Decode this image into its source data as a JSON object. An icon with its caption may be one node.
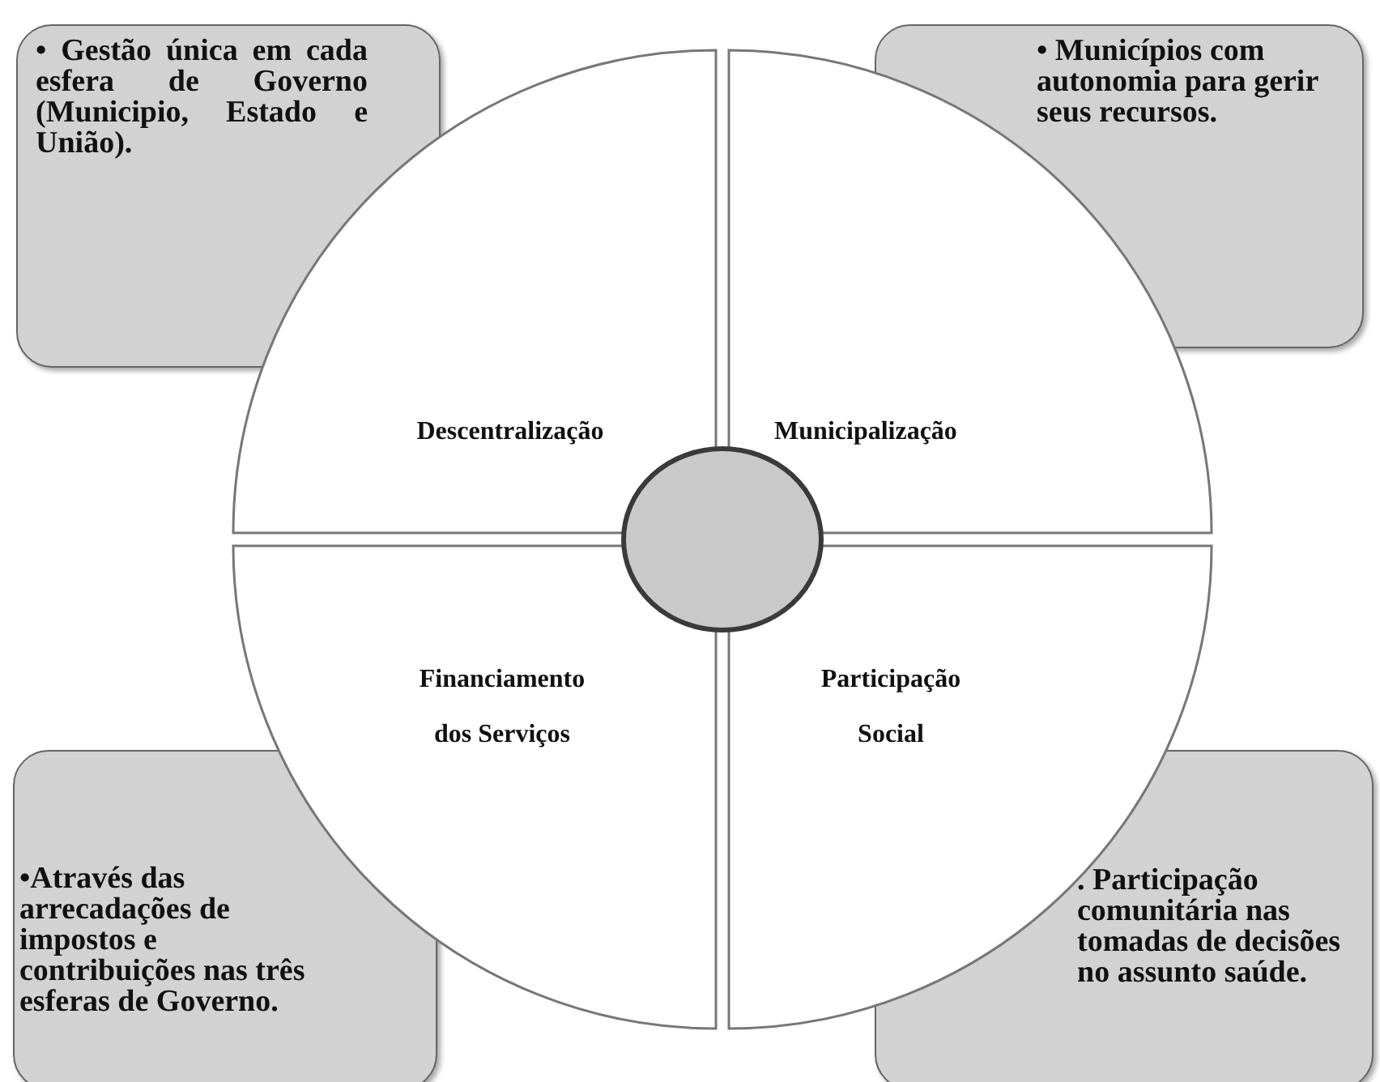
{
  "diagram": {
    "nodes": [
      {
        "text": [
          "• Gestão única em cada esfera de Governo (Municipio, Estado e União)."
        ]
      },
      {
        "text": [
          "• Municípios com autonomia para gerir seus recursos."
        ]
      },
      {
        "text": [
          "Descentralização"
        ]
      },
      {
        "text": [
          "Municipalização"
        ]
      },
      {
        "text": [],
        "shape": "circle"
      },
      {
        "text": [
          "Financiamento dos Serviços"
        ]
      },
      {
        "text": [
          "Participação Social"
        ]
      },
      {
        "text": [
          "•Através das arrecadações de impostos e contribuições nas três esferas de Governo."
        ]
      },
      {
        "text": [
          ". Participação comunitária nas tomadas de decisões no assunto saúde."
        ]
      }
    ]
  }
}
